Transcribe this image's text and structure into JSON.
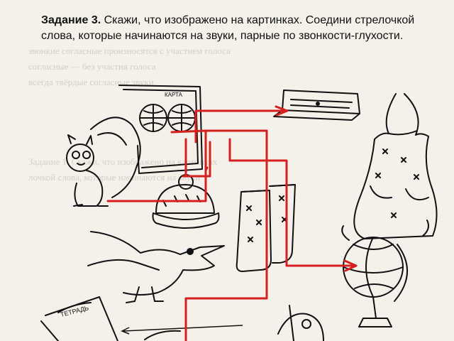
{
  "task": {
    "number_label": "Задание 3.",
    "text": " Скажи, что изображено на картинках. Соедини стрелочкой слова, которые начинаются на звуки, парные по звонкости-глухости."
  },
  "labels": {
    "map": "КАРТА",
    "notebook": "ТЕТРАДЬ"
  },
  "line_color": "#d62020",
  "ink_color": "#111111"
}
